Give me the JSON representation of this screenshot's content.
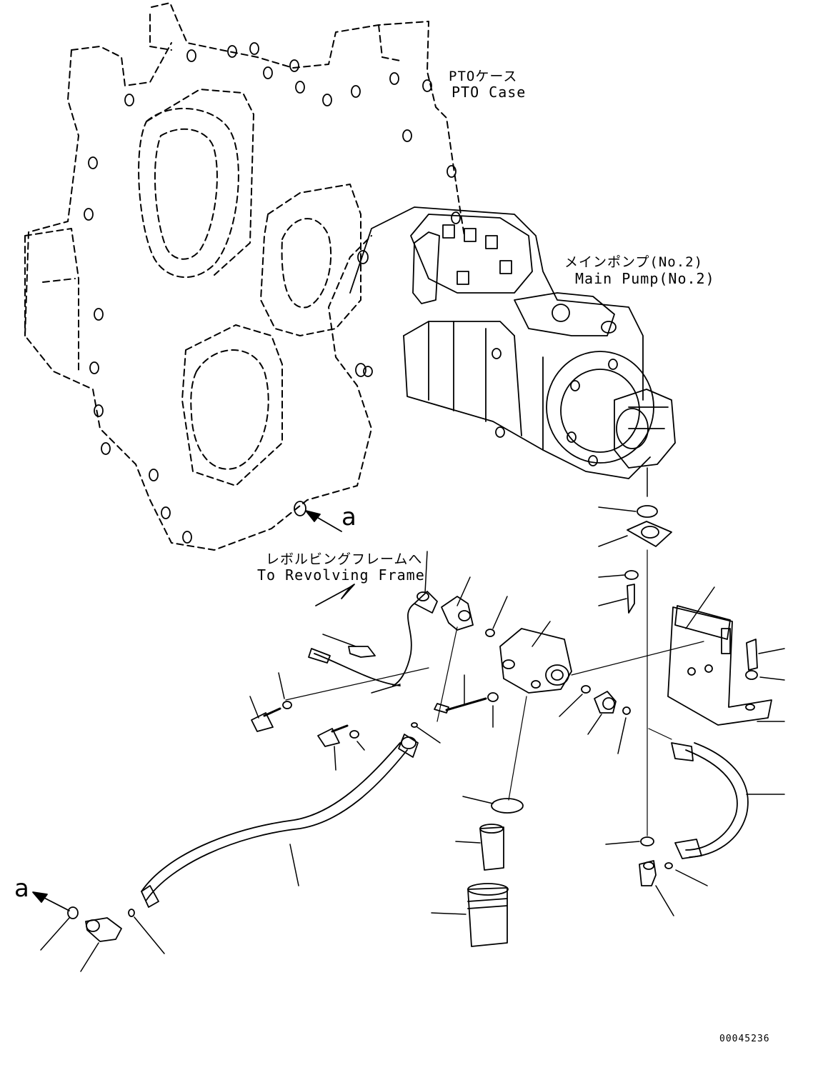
{
  "labels": {
    "pto_case_jp": "PTOケース",
    "pto_case_en": "PTO Case",
    "main_pump_jp": "メインポンプ(No.2)",
    "main_pump_en": "Main Pump(No.2)",
    "revolving_frame_jp": "レボルビングフレームへ",
    "revolving_frame_en": "To Revolving Frame",
    "ref_a_top": "a",
    "ref_a_bottom": "a",
    "drawing_number": "00045236"
  },
  "colors": {
    "line": "#000000",
    "background": "#ffffff"
  }
}
